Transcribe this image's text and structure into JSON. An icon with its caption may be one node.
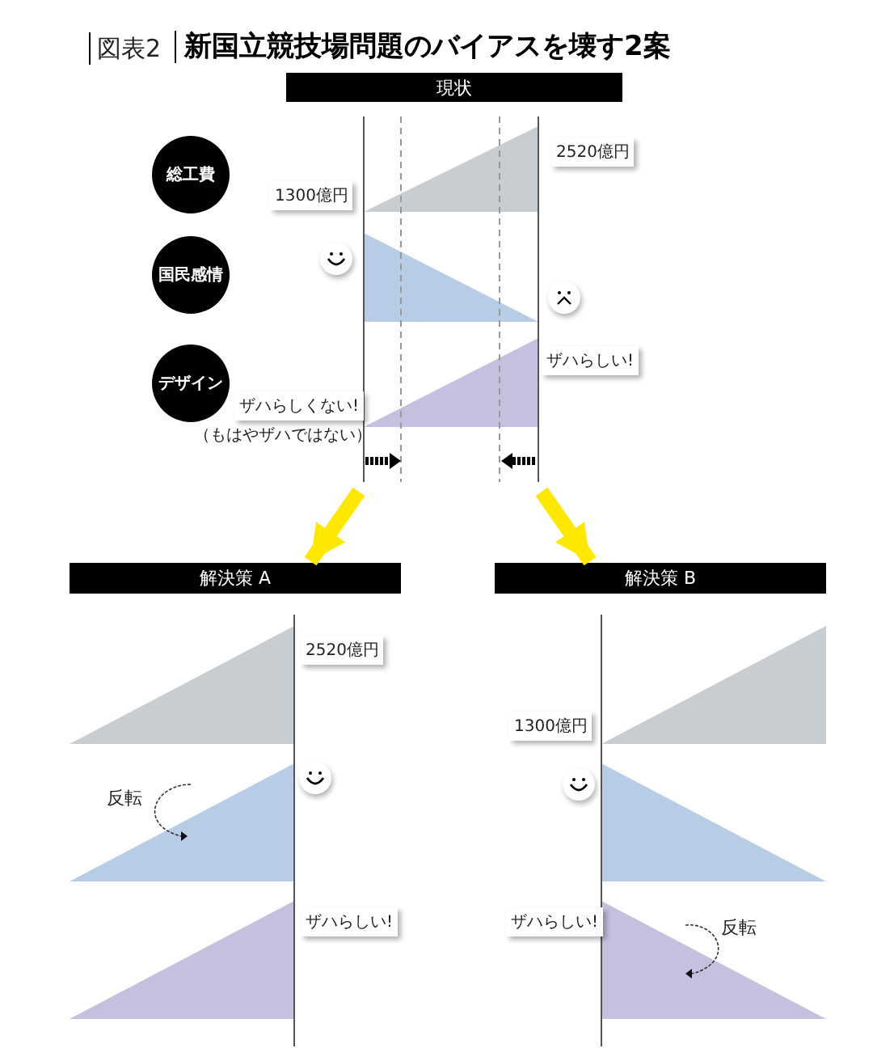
{
  "diagram": {
    "title": "新国立競技場問題のバイアスを壊す2案",
    "nodes": [
      {
        "text": [
          "現状"
        ]
      },
      {
        "text": [
          "総工費"
        ]
      },
      {
        "text": [
          "国民感情"
        ]
      },
      {
        "text": [
          "デザイン"
        ]
      },
      {
        "text": [
          "解決策 A"
        ]
      },
      {
        "text": [
          "解決策 B"
        ]
      }
    ],
    "edges": [
      {
        "from": null,
        "to": 4,
        "arrow": "to",
        "color": "#ffe800"
      },
      {
        "from": null,
        "to": 5,
        "arrow": "to",
        "color": "#ffe800"
      }
    ],
    "labels": [
      "図表2",
      "2520億円",
      "1300億円",
      "ザハらしい!",
      "ザハらしくない!",
      "（もはやザハではない）",
      "2520億円",
      "反転",
      "ザハらしい!",
      "1300億円",
      "ザハらしい!",
      "反転"
    ]
  }
}
